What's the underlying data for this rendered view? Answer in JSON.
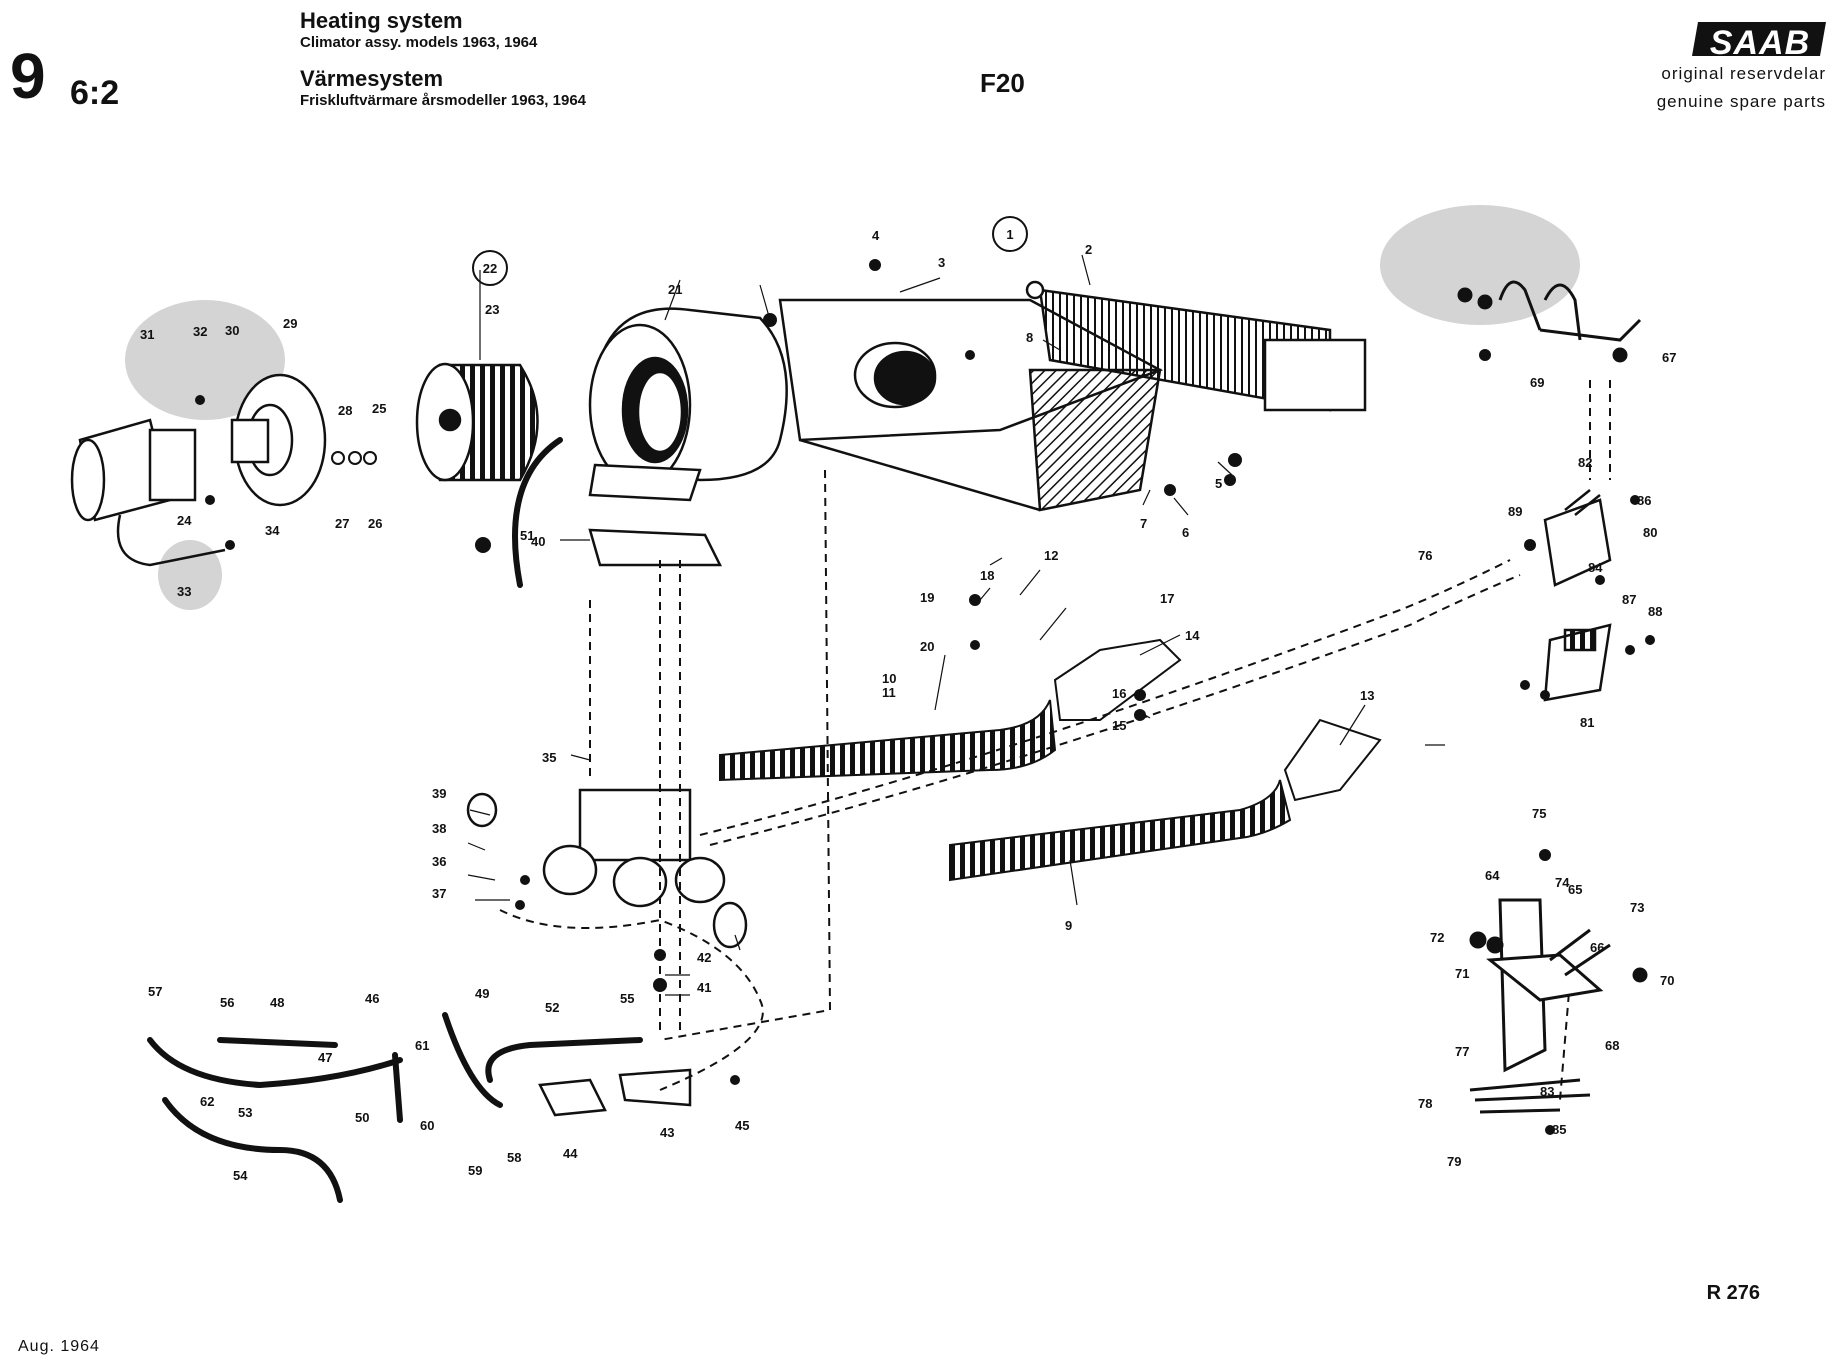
{
  "header": {
    "title_en": "Heating system",
    "subtitle_en": "Climator assy. models 1963, 1964",
    "title_sv": "Värmesystem",
    "subtitle_sv": "Friskluftvärmare årsmodeller 1963, 1964",
    "section_major": "9",
    "section_minor": "6:2",
    "code": "F20"
  },
  "brand": {
    "logo_text": "SAAB",
    "line_sv": "original reservdelar",
    "line_en": "genuine spare parts"
  },
  "footer": {
    "reference": "R 276",
    "date": "Aug. 1964"
  },
  "callouts": {
    "group_1": "1",
    "group_22": "22",
    "part_numbers": [
      "2",
      "3",
      "4",
      "5",
      "6",
      "7",
      "8",
      "9",
      "10",
      "11",
      "12",
      "13",
      "14",
      "15",
      "16",
      "17",
      "18",
      "19",
      "20",
      "21",
      "23",
      "24",
      "25",
      "26",
      "27",
      "28",
      "29",
      "30",
      "31",
      "32",
      "33",
      "34",
      "35",
      "36",
      "37",
      "38",
      "39",
      "40",
      "41",
      "42",
      "43",
      "44",
      "45",
      "46",
      "47",
      "48",
      "49",
      "50",
      "51",
      "52",
      "53",
      "54",
      "55",
      "56",
      "57",
      "58",
      "59",
      "60",
      "61",
      "62",
      "64",
      "65",
      "66",
      "67",
      "68",
      "69",
      "70",
      "71",
      "72",
      "73",
      "74",
      "75",
      "76",
      "77",
      "78",
      "79",
      "80",
      "81",
      "82",
      "83",
      "84",
      "85",
      "86",
      "87",
      "88",
      "89"
    ]
  },
  "colors": {
    "ink": "#111111",
    "shade": "#d4d4d4"
  }
}
